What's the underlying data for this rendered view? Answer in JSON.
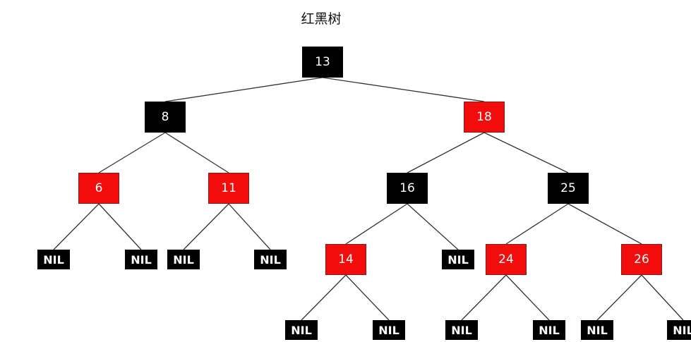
{
  "title": "红黑树",
  "colors": {
    "black": "#000000",
    "red": "#f20c0c",
    "edge": "#333333"
  },
  "tree": {
    "value": "13",
    "color": "black",
    "left": {
      "value": "8",
      "color": "black",
      "left": {
        "value": "6",
        "color": "red",
        "left": {
          "value": "NIL",
          "color": "black",
          "nil": true
        },
        "right": {
          "value": "NIL",
          "color": "black",
          "nil": true
        }
      },
      "right": {
        "value": "11",
        "color": "red",
        "left": {
          "value": "NIL",
          "color": "black",
          "nil": true
        },
        "right": {
          "value": "NIL",
          "color": "black",
          "nil": true
        }
      }
    },
    "right": {
      "value": "18",
      "color": "red",
      "left": {
        "value": "16",
        "color": "black",
        "left": {
          "value": "14",
          "color": "red",
          "left": {
            "value": "NIL",
            "color": "black",
            "nil": true
          },
          "right": {
            "value": "NIL",
            "color": "black",
            "nil": true
          }
        },
        "right": {
          "value": "NIL",
          "color": "black",
          "nil": true
        }
      },
      "right": {
        "value": "25",
        "color": "black",
        "left": {
          "value": "24",
          "color": "red",
          "left": {
            "value": "NIL",
            "color": "black",
            "nil": true
          },
          "right": {
            "value": "NIL",
            "color": "black",
            "nil": true
          }
        },
        "right": {
          "value": "26",
          "color": "red",
          "left": {
            "value": "NIL",
            "color": "black",
            "nil": true
          },
          "right": {
            "value": "NIL",
            "color": "black",
            "nil": true
          }
        }
      }
    }
  }
}
